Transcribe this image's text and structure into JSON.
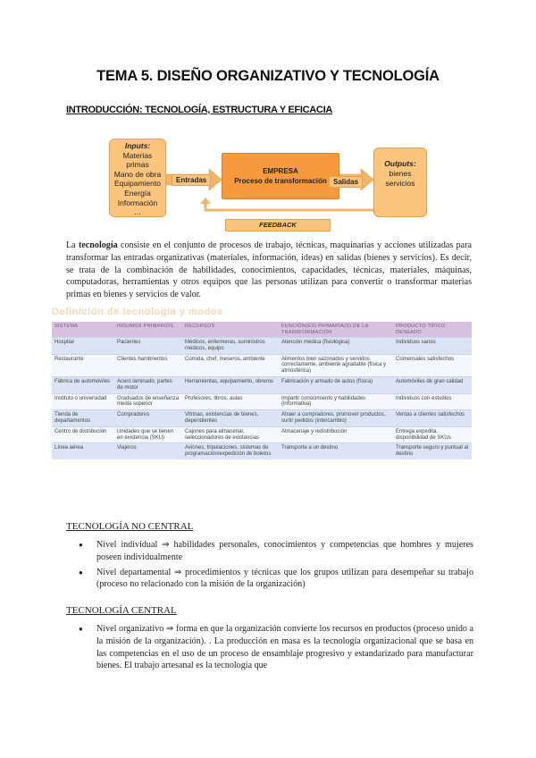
{
  "title": "TEMA 5. DISEÑO ORGANIZATIVO Y TECNOLOGÍA",
  "subtitle": "INTRODUCCIÓN: TECNOLOGÍA, ESTRUCTURA Y EFICACIA",
  "diagram": {
    "inputs_head": "Inputs:",
    "inputs_items": [
      "Materias",
      "primas",
      "Mano de obra",
      "Equipamiento",
      "Energía",
      "Información",
      "…"
    ],
    "empresa_line1": "EMPRESA",
    "empresa_line2": "Proceso de transformación",
    "entradas": "Entradas",
    "salidas": "Salidas",
    "outputs_head": "Outputs:",
    "outputs_items": [
      "bienes",
      "servicios"
    ],
    "feedback": "FEEDBACK",
    "colors": {
      "box": "#fbc57e",
      "empresa": "#f79a3e",
      "arrow": "#f0b56a"
    }
  },
  "paragraph1": {
    "before": "La ",
    "bold": "tecnología",
    "after": " consiste en el conjunto de procesos de trabajo, técnicas, maquinarias y acciones utilizadas para transformar las entradas organizativas (materiales, información, ideas) en salidas (bienes y servicios). Es decir, se trata de la combinación de habilidades, conocimientos, capacidades, técnicas, materiales, máquinas, computadoras, herramientas y otros equipos que las personas utilizan para convertir o transformar materias primas en bienes y servicios de valor."
  },
  "table": {
    "title": "Definición de tecnología y modos",
    "headers": [
      "SISTEMA",
      "INSUMOS PRIMARIOS",
      "RECURSOS",
      "FUNCIÓN(ES) PRIMARIA(S) DE LA TRANSFORMACIÓN",
      "PRODUCTO TÍPICO DESEADO"
    ],
    "rows": [
      [
        "Hospital",
        "Pacientes",
        "Médicos, enfermeras, suministros médicos, equipo",
        "Atención médica (fisiológica)",
        "Individuos sanos"
      ],
      [
        "Restaurante",
        "Clientes hambrientos",
        "Comida, chef, meseros, ambiente",
        "Alimentos bien sazonados y servidos correctamente, ambiente agradable (física y atmosférica)",
        "Comensales satisfechos"
      ],
      [
        "Fábrica de automóviles",
        "Acero laminado, partes de motor",
        "Herramientas, equipamiento, obreros",
        "Fabricación y armado de autos (física)",
        "Automóviles de gran calidad"
      ],
      [
        "Instituto o universidad",
        "Graduados de enseñanza media superior",
        "Profesores, libros, aulas",
        "Impartir conocimiento y habilidades (informativa)",
        "Individuos con estudios"
      ],
      [
        "Tienda de departamentos",
        "Compradores",
        "Vitrinas, existencias de bienes, dependientes",
        "Atraer a compradores, promover productos, surtir pedidos (intercambio)",
        "Ventas a clientes satisfechos"
      ],
      [
        "Centro de distribución",
        "Unidades que se tienen en existencia (SKU)",
        "Cajones para almacenar, seleccionadores de existencias",
        "Almacenaje y redistribución",
        "Entrega expedita, disponibilidad de SKUs"
      ],
      [
        "Línea aérea",
        "Viajeros",
        "Aviones, tripulaciones, sistemas de programación/expedición de boletos",
        "Transporte a un destino",
        "Transporte seguro y puntual al destino"
      ]
    ]
  },
  "section1": {
    "head": "TECNOLOGÍA NO CENTRAL",
    "bullets": [
      "Nivel individual ⇒ habilidades personales, conocimientos y competencias que hombres y mujeres poseen individualmente",
      "Nivel departamental ⇒ procedimientos y técnicas que los grupos utilizan para desempeñar su trabajo (proceso no relacionado con la misión de la organización)"
    ]
  },
  "section2": {
    "head": "TECNOLOGÍA CENTRAL",
    "bullets": [
      "Nivel organizativo ⇒ forma en que la organización convierte los recursos en productos (proceso unido a la misión de la organización). . La producción en masa es la tecnología organizacional que se basa en las competencias en el uso de un proceso de ensamblaje progresivo y estandarizado para manufacturar bienes. El trabajo artesanal es la tecnología que"
    ]
  }
}
